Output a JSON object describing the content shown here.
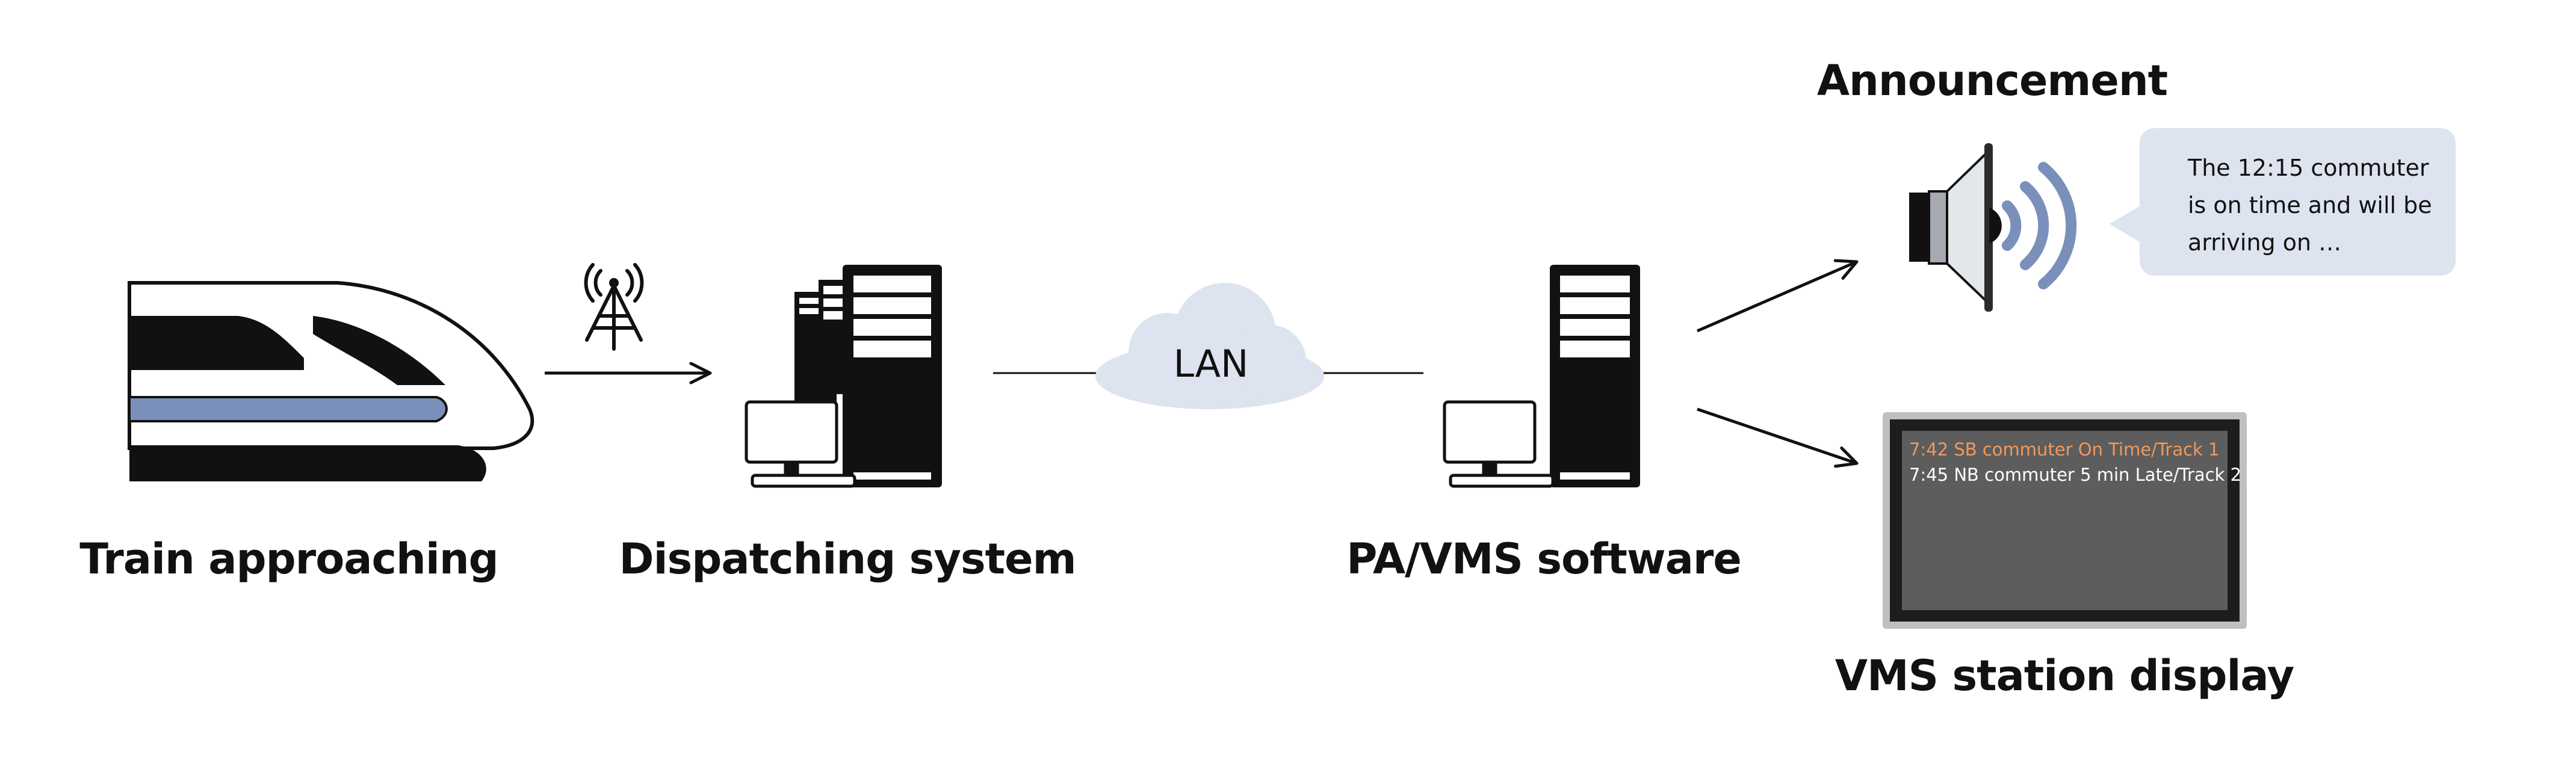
{
  "labels": {
    "train": "Train approaching",
    "dispatch": "Dispatching system",
    "pa_vms": "PA/VMS software",
    "announcement": "Announcement",
    "vms_display": "VMS station display",
    "lan": "LAN"
  },
  "announcement_text": [
    "The 12:15 commuter",
    "is on time and will be",
    "arriving on …"
  ],
  "vms_board": [
    {
      "text": "7:42 SB commuter On Time/Track 1",
      "color": "#f0995a"
    },
    {
      "text": "7:45 NB commuter 5 min Late/Track 2",
      "color": "#ffffff"
    }
  ],
  "colors": {
    "accent_blue": "#7a90bb",
    "cloud": "#dde3ef",
    "bubble": "#dde3ef",
    "screen": "#5d5d5d",
    "frame": "#bfbfbf"
  },
  "icons": [
    "train-icon",
    "antenna-icon",
    "server-icon",
    "monitor-icon",
    "cloud-icon",
    "speaker-icon",
    "speech-bubble-icon",
    "display-board-icon"
  ]
}
